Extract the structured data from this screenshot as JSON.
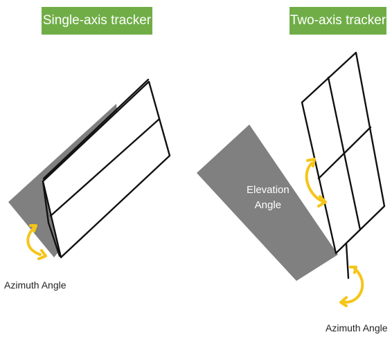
{
  "single_axis": {
    "title": "Single-axis tracker",
    "angle_label": "Azimuth Angle"
  },
  "two_axis": {
    "title": "Two-axis tracker",
    "elevation_line1": "Elevation",
    "elevation_line2": "Angle",
    "azimuth_label": "Azimuth Angle"
  },
  "colors": {
    "title_bg": "#70ad47",
    "ground": "#808080",
    "arrow": "#f5c518",
    "outline": "#111111"
  }
}
